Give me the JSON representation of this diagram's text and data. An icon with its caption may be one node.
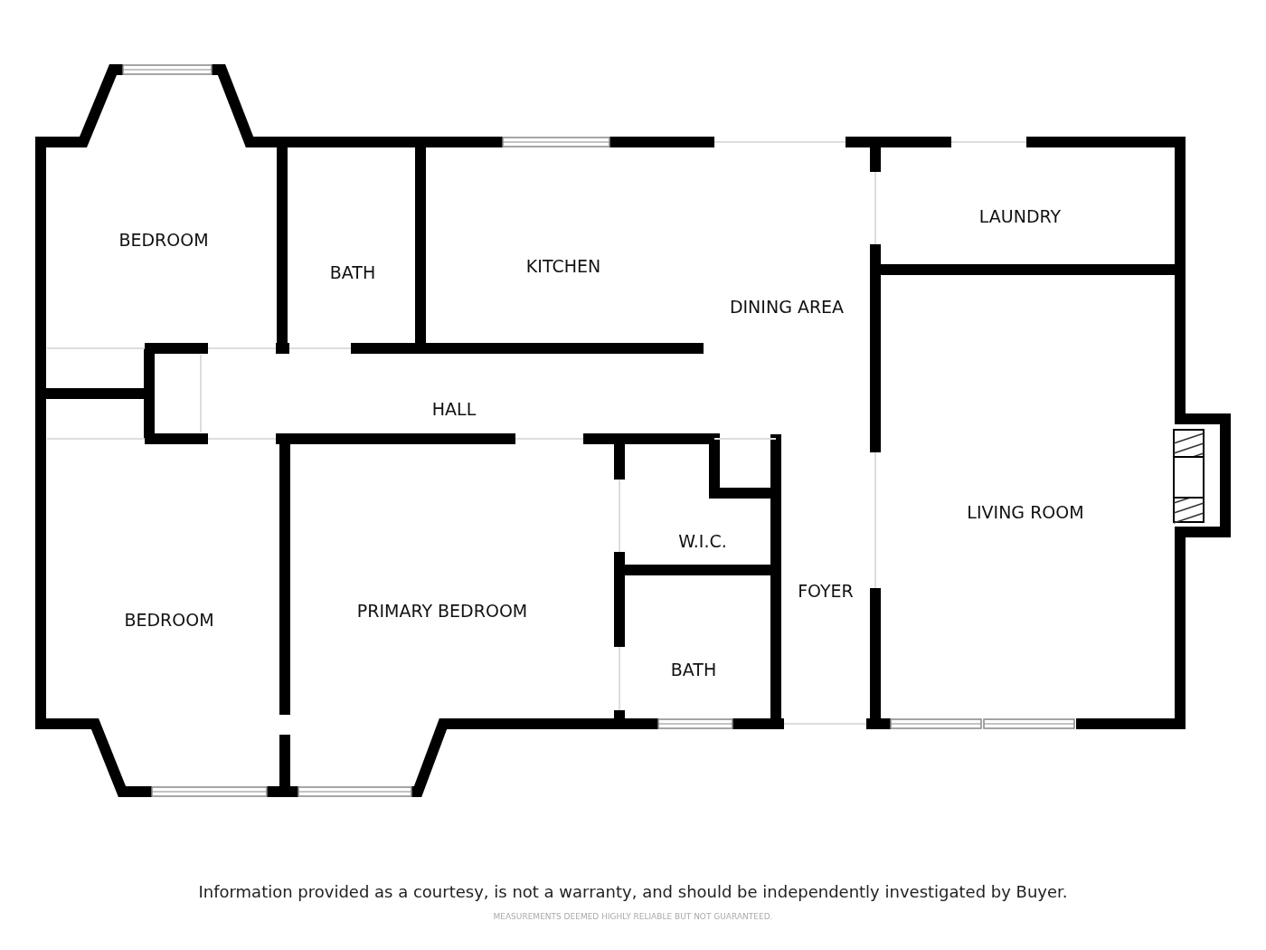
{
  "diagram": {
    "caption": "Information provided as a courtesy, is not a warranty, and should be independently investigated by Buyer.",
    "labels": [
      "LAUNDRY",
      "BEDROOM",
      "KITCHEN",
      "BATH",
      "DINING AREA",
      "HALL",
      "LIVING ROOM",
      "W.I.C.",
      "FOYER",
      "PRIMARY BEDROOM",
      "BEDROOM",
      "BATH",
      "MEASUREMENTS DEEMED HIGHLY RELIABLE BUT NOT GUARANTEED."
    ]
  }
}
